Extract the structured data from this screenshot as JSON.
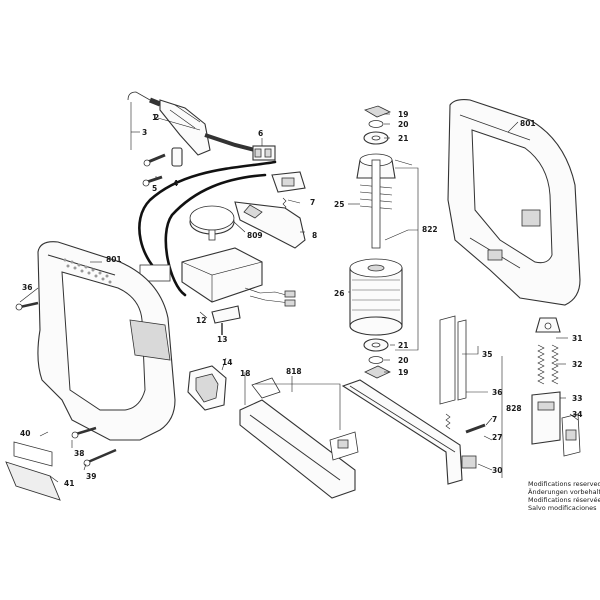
{
  "diagram": {
    "labels": {
      "l1": "1",
      "l2": "2",
      "l3": "3",
      "l4": "4",
      "l5": "5",
      "l6": "6",
      "l7": "7",
      "l8": "8",
      "l7b": "7",
      "l801a": "801",
      "l809": "809",
      "l12": "12",
      "l13": "13",
      "l14": "14",
      "l18": "18",
      "l818": "818",
      "l19a": "19",
      "l20a": "20",
      "l21a": "21",
      "l25": "25",
      "l26": "26",
      "l822": "822",
      "l21b": "21",
      "l20b": "20",
      "l19b": "19",
      "l801b": "801",
      "l35": "35",
      "l36": "36",
      "l828": "828",
      "l27": "27",
      "l30": "30",
      "l31": "31",
      "l32": "32",
      "l33": "33",
      "l34": "34",
      "l36b": "36",
      "l38": "38",
      "l39": "39",
      "l40": "40",
      "l41": "41"
    },
    "notes": [
      "Modifications reserved",
      "Änderungen vorbehalten",
      "Modifications réservées",
      "Salvo modificaciones"
    ]
  }
}
